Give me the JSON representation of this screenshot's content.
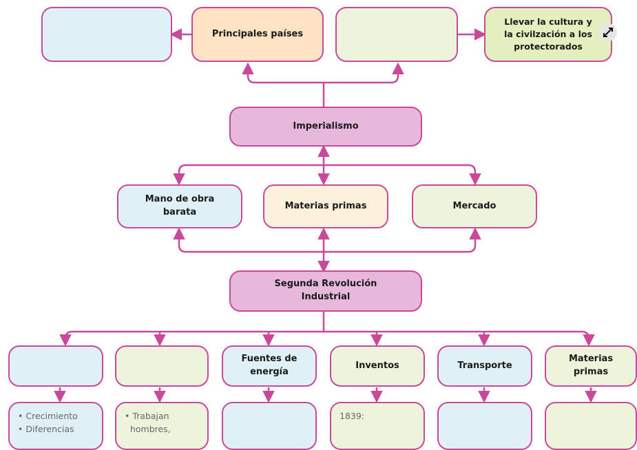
{
  "top": {
    "box_blue": "",
    "principales_paises": "Principales países",
    "box_green_empty": "",
    "llevar_cultura": "Llevar la cultura y\nla civilzación a los\nprotectorados"
  },
  "imperialismo": "Imperialismo",
  "causes": {
    "mano_obra": "Mano de obra\nbarata",
    "materias_primas": "Materias primas",
    "mercado": "Mercado"
  },
  "segunda": "Segunda Revolución\nIndustrial",
  "bottom": {
    "b1": "",
    "b2": "",
    "fuentes": "Fuentes de\nenergía",
    "inventos": "Inventos",
    "transporte": "Transporte",
    "materias": "Materias\nprimas"
  },
  "details": {
    "d1": "• Crecimiento\n• Diferencias",
    "d2": "• Trabajan\n  hombres,",
    "d3": "",
    "d4": "1839:",
    "d5": "",
    "d6": ""
  },
  "colors": {
    "line": "#c9489a",
    "node_pink": "#e8b8dc"
  },
  "icons": {
    "expand": "expand-arrows-icon"
  }
}
